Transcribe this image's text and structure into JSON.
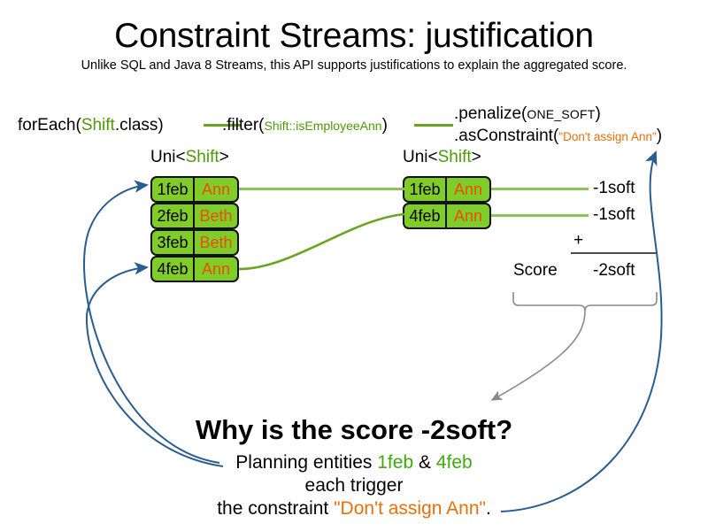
{
  "title": "Constraint Streams: justification",
  "subtitle": "Unlike SQL and Java 8 Streams, this API supports justifications to explain the aggregated score.",
  "code": {
    "foreach_pre": "forEach(",
    "foreach_type": "Shift",
    "foreach_post": ".class)",
    "filter_pre": ".filter(",
    "filter_arg": "Shift::isEmployeeAnn",
    "filter_post": ")",
    "penalize_pre": ".penalize(",
    "penalize_arg": "ONE_SOFT",
    "penalize_post": ")",
    "asconstraint_pre": ".asConstraint(",
    "asconstraint_arg": "\"Don't assign Ann\"",
    "asconstraint_post": ")"
  },
  "streams": {
    "left": {
      "caption_pre": "Uni<",
      "caption_type": "Shift",
      "caption_post": ">",
      "rows": [
        {
          "date": "1feb",
          "name": "Ann"
        },
        {
          "date": "2feb",
          "name": "Beth"
        },
        {
          "date": "3feb",
          "name": "Beth"
        },
        {
          "date": "4feb",
          "name": "Ann"
        }
      ]
    },
    "right": {
      "caption_pre": "Uni<",
      "caption_type": "Shift",
      "caption_post": ">",
      "rows": [
        {
          "date": "1feb",
          "name": "Ann"
        },
        {
          "date": "4feb",
          "name": "Ann"
        }
      ]
    }
  },
  "penalties": [
    "-1soft",
    "-1soft"
  ],
  "score": {
    "operator": "+",
    "label": "Score",
    "total": "-2soft"
  },
  "explanation": {
    "question": "Why is the score -2soft?",
    "line1_pre": "Planning entities ",
    "line1_e1": "1feb",
    "line1_amp": " & ",
    "line1_e2": "4feb",
    "line2": "each trigger",
    "line3_pre": "the constraint ",
    "line3_constraint": "\"Don't assign Ann\"",
    "line3_post": "."
  },
  "colors": {
    "chip_green": "#80cc28",
    "name_orange": "#e8500a",
    "code_green": "#4e9a06",
    "string_orange": "#e8700a",
    "arrow_blue": "#2a5d8f",
    "arrow_gray": "#8a8a8a",
    "link_green": "#8dc25a"
  }
}
